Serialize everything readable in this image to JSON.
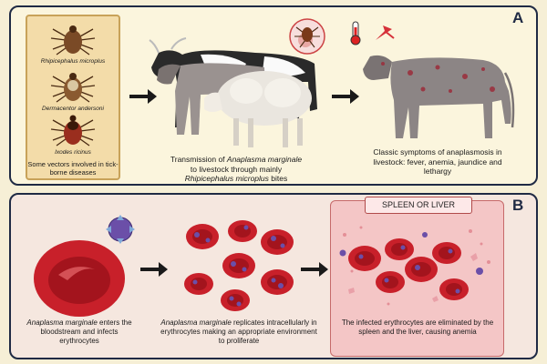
{
  "panel_a": {
    "letter": "A",
    "vectors": {
      "ticks": [
        "Rhipicephalus microplus",
        "Dermacentor andersoni",
        "Ixodes ricinus"
      ],
      "caption": "Some vectors involved in tick-borne diseases"
    },
    "transmission_caption": {
      "line1_prefix": "Transmission of ",
      "line1_species": "Anaplasma marginale",
      "line2": "to livestock through mainly",
      "line3_species": "Rhipicephalus microplus",
      "line3_suffix": " bites"
    },
    "symptoms_caption": "Classic symptoms of anaplasmosis in livestock: fever, anemia, jaundice and lethargy"
  },
  "panel_b": {
    "letter": "B",
    "step1": {
      "species": "Anaplasma marginale",
      "rest": " enters the bloodstream and infects erythrocytes"
    },
    "step2": {
      "species": "Anaplasma marginale",
      "rest": " replicates intracellularly in erythrocytes making an appropriate environment to proliferate"
    },
    "step3": {
      "title": "SPLEEN OR LIVER",
      "caption": "The infected erythrocytes are eliminated by the spleen and the liver, causing anemia"
    }
  },
  "colors": {
    "outline": "#1f2a44",
    "rbc": "#c8202a",
    "rbc_light": "#e86a6e",
    "parasite": "#6b4fa8",
    "cow_gray": "#8c8585"
  }
}
